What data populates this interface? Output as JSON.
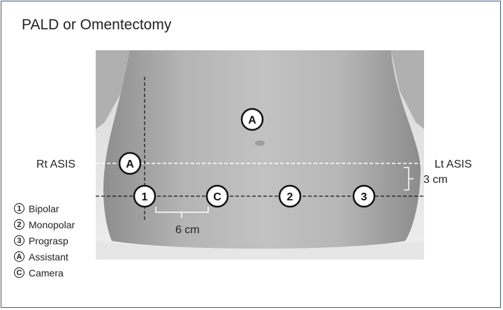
{
  "title": "PALD or Omentectomy",
  "labels": {
    "rt_asis": "Rt ASIS",
    "lt_asis": "Lt ASIS",
    "vertical_gap": "3 cm",
    "horizontal_gap": "6 cm"
  },
  "ports": {
    "bipolar": "1",
    "camera": "C",
    "monopolar": "2",
    "prograsp": "3",
    "assistant_upper": "A",
    "assistant_asis": "A"
  },
  "legend": [
    {
      "marker": "1",
      "label": "Bipolar"
    },
    {
      "marker": "2",
      "label": "Monopolar"
    },
    {
      "marker": "3",
      "label": "Prograsp"
    },
    {
      "marker": "A",
      "label": "Assistant"
    },
    {
      "marker": "C",
      "label": "Camera"
    }
  ],
  "colors": {
    "border": "#3d5a80",
    "skin_light": "#bdbdbd",
    "skin_dark": "#9a9a9a"
  }
}
